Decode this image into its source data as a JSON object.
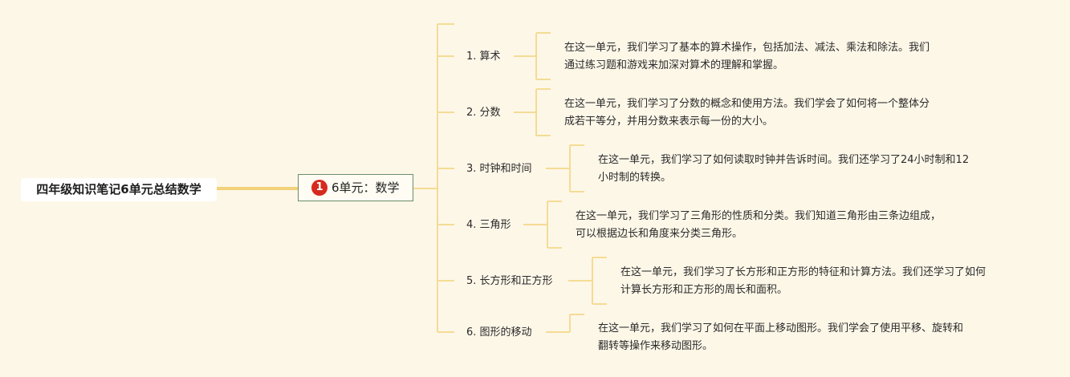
{
  "root": {
    "label": "四年级知识笔记6单元总结数学"
  },
  "unit": {
    "badge": "1",
    "label": "6单元：数学"
  },
  "topics": [
    {
      "label": "1. 算术",
      "note_line1": "在这一单元，我们学习了基本的算术操作，包括加法、减法、乘法和除法。我们",
      "note_line2": "通过练习题和游戏来加深对算术的理解和掌握。"
    },
    {
      "label": "2. 分数",
      "note_line1": "在这一单元，我们学习了分数的概念和使用方法。我们学会了如何将一个整体分",
      "note_line2": "成若干等分，并用分数来表示每一份的大小。"
    },
    {
      "label": "3. 时钟和时间",
      "note_line1": "在这一单元，我们学习了如何读取时钟并告诉时间。我们还学习了24小时制和12",
      "note_line2": "小时制的转换。"
    },
    {
      "label": "4. 三角形",
      "note_line1": "在这一单元，我们学习了三角形的性质和分类。我们知道三角形由三条边组成，",
      "note_line2": "可以根据边长和角度来分类三角形。"
    },
    {
      "label": "5. 长方形和正方形",
      "note_line1": "在这一单元，我们学习了长方形和正方形的特征和计算方法。我们还学习了如何",
      "note_line2": "计算长方形和正方形的周长和面积。"
    },
    {
      "label": "6. 图形的移动",
      "note_line1": "在这一单元，我们学习了如何在平面上移动图形。我们学会了使用平移、旋转和",
      "note_line2": "翻转等操作来移动图形。"
    }
  ],
  "colors": {
    "connector": "#f5dc94",
    "connector_thick": "#f2d27a",
    "unit_border": "#6a8c6a",
    "badge": "#d62a1e",
    "background": "#fdf7e8"
  }
}
